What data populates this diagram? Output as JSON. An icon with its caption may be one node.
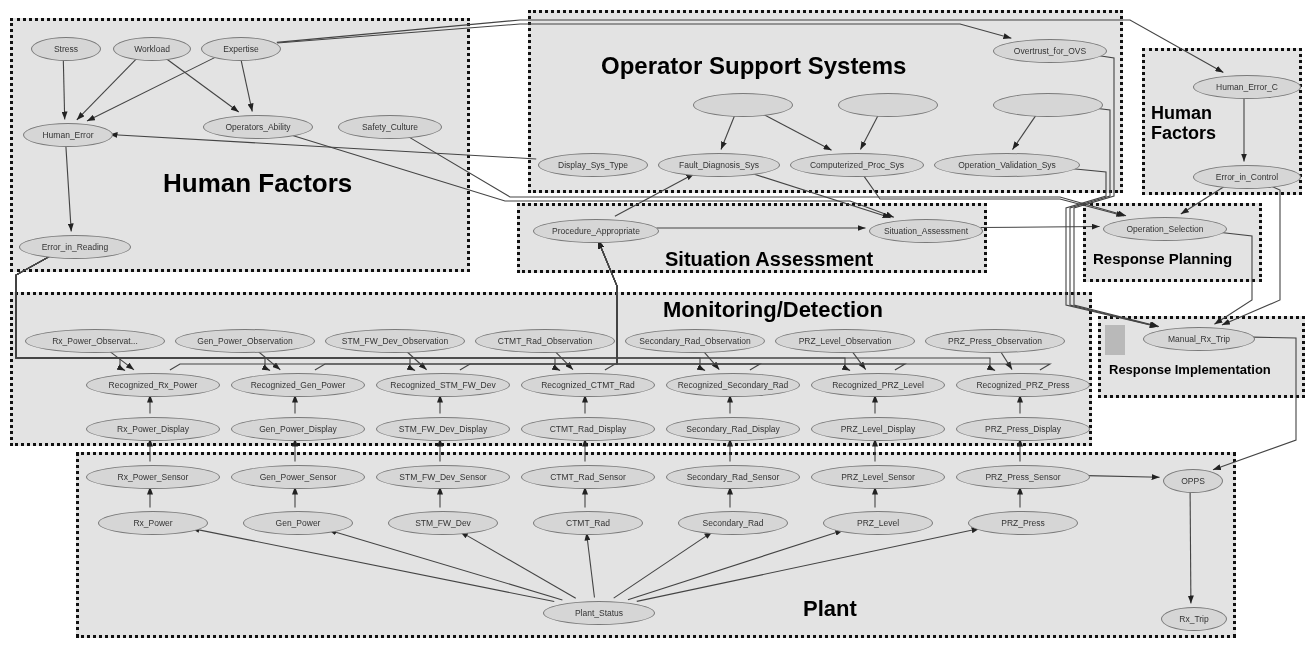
{
  "diagram": {
    "nodes": [
      {
        "text": [
          "Human Factors"
        ]
      },
      {
        "text": [
          "Stress"
        ],
        "in": 0
      },
      {
        "text": [
          "Workload"
        ],
        "in": 0
      },
      {
        "text": [
          "Expertise"
        ],
        "in": 0
      },
      {
        "text": [
          "Human_Error"
        ],
        "in": 0
      },
      {
        "text": [
          "Operators_Ability"
        ],
        "in": 0
      },
      {
        "text": [
          "Safety_Culture"
        ],
        "in": 0
      },
      {
        "text": [
          "Error_in_Reading"
        ],
        "in": 0
      },
      {
        "text": [
          "Operator Support Systems"
        ]
      },
      {
        "text": [
          "Overtrust_for_OVS"
        ],
        "in": 8
      },
      {
        "text": [],
        "shape": "ellipse",
        "in": 8
      },
      {
        "text": [],
        "shape": "ellipse",
        "in": 8
      },
      {
        "text": [],
        "shape": "ellipse",
        "in": 8
      },
      {
        "text": [
          "Display_Sys_Type"
        ],
        "in": 8
      },
      {
        "text": [
          "Fault_Diagnosis_Sys"
        ],
        "in": 8
      },
      {
        "text": [
          "Computerized_Proc_Sys"
        ],
        "in": 8
      },
      {
        "text": [
          "Operation_Validation_Sys"
        ],
        "in": 8
      },
      {
        "text": [
          "Human Factors"
        ]
      },
      {
        "text": [
          "Human_Error_C"
        ],
        "in": 17
      },
      {
        "text": [
          "Error_in_Control"
        ],
        "in": 17
      },
      {
        "text": [
          "Situation Assessment"
        ]
      },
      {
        "text": [
          "Procedure_Appropriate"
        ],
        "in": 20
      },
      {
        "text": [
          "Situation_Assessment"
        ],
        "in": 20
      },
      {
        "text": [
          "Response Planning"
        ]
      },
      {
        "text": [
          "Operation_Selection"
        ],
        "in": 23
      },
      {
        "text": [
          "Monitoring/Detection"
        ]
      },
      {
        "text": [
          "Rx_Power_Observat..."
        ],
        "in": 25
      },
      {
        "text": [
          "Gen_Power_Observation"
        ],
        "in": 25
      },
      {
        "text": [
          "STM_FW_Dev_Observation"
        ],
        "in": 25
      },
      {
        "text": [
          "CTMT_Rad_Observation"
        ],
        "in": 25
      },
      {
        "text": [
          "Secondary_Rad_Observation"
        ],
        "in": 25
      },
      {
        "text": [
          "PRZ_Level_Observation"
        ],
        "in": 25
      },
      {
        "text": [
          "PRZ_Press_Observation"
        ],
        "in": 25
      },
      {
        "text": [
          "Recognized_Rx_Power"
        ],
        "in": 25
      },
      {
        "text": [
          "Recognized_Gen_Power"
        ],
        "in": 25
      },
      {
        "text": [
          "Recognized_STM_FW_Dev"
        ],
        "in": 25
      },
      {
        "text": [
          "Recognized_CTMT_Rad"
        ],
        "in": 25
      },
      {
        "text": [
          "Recognized_Secondary_Rad"
        ],
        "in": 25
      },
      {
        "text": [
          "Recognized_PRZ_Level"
        ],
        "in": 25
      },
      {
        "text": [
          "Recognized_PRZ_Press"
        ],
        "in": 25
      },
      {
        "text": [
          "Rx_Power_Display"
        ],
        "in": 25
      },
      {
        "text": [
          "Gen_Power_Display"
        ],
        "in": 25
      },
      {
        "text": [
          "STM_FW_Dev_Display"
        ],
        "in": 25
      },
      {
        "text": [
          "CTMT_Rad_Display"
        ],
        "in": 25
      },
      {
        "text": [
          "Secondary_Rad_Display"
        ],
        "in": 25
      },
      {
        "text": [
          "PRZ_Level_Display"
        ],
        "in": 25
      },
      {
        "text": [
          "PRZ_Press_Display"
        ],
        "in": 25
      },
      {
        "text": [
          "Response Implementation"
        ]
      },
      {
        "text": [
          "Manual_Rx_Trip"
        ],
        "in": 47
      },
      {
        "text": [
          "Plant"
        ]
      },
      {
        "text": [
          "Rx_Power_Sensor"
        ],
        "in": 49
      },
      {
        "text": [
          "Gen_Power_Sensor"
        ],
        "in": 49
      },
      {
        "text": [
          "STM_FW_Dev_Sensor"
        ],
        "in": 49
      },
      {
        "text": [
          "CTMT_Rad_Sensor"
        ],
        "in": 49
      },
      {
        "text": [
          "Secondary_Rad_Sensor"
        ],
        "in": 49
      },
      {
        "text": [
          "PRZ_Level_Sensor"
        ],
        "in": 49
      },
      {
        "text": [
          "PRZ_Press_Sensor"
        ],
        "in": 49
      },
      {
        "text": [
          "OPPS"
        ],
        "in": 49
      },
      {
        "text": [
          "Rx_Power"
        ],
        "in": 49
      },
      {
        "text": [
          "Gen_Power"
        ],
        "in": 49
      },
      {
        "text": [
          "STM_FW_Dev"
        ],
        "in": 49
      },
      {
        "text": [
          "CTMT_Rad"
        ],
        "in": 49
      },
      {
        "text": [
          "Secondary_Rad"
        ],
        "in": 49
      },
      {
        "text": [
          "PRZ_Level"
        ],
        "in": 49
      },
      {
        "text": [
          "PRZ_Press"
        ],
        "in": 49
      },
      {
        "text": [
          "Plant_Status"
        ],
        "in": 49
      },
      {
        "text": [
          "Rx_Trip"
        ],
        "in": 49
      }
    ],
    "edges": [
      {
        "from": 1,
        "to": 4,
        "arrow": "to"
      },
      {
        "from": 2,
        "to": 4,
        "arrow": "to"
      },
      {
        "from": 3,
        "to": 4,
        "arrow": "to"
      },
      {
        "from": 2,
        "to": 5,
        "arrow": "to"
      },
      {
        "from": 3,
        "to": 5,
        "arrow": "to"
      },
      {
        "from": 4,
        "to": 7,
        "arrow": "to"
      },
      {
        "from": 3,
        "to": 9,
        "arrow": "to"
      },
      {
        "from": 3,
        "to": 18,
        "arrow": "to"
      },
      {
        "from": 13,
        "to": 4,
        "arrow": "to"
      },
      {
        "from": 5,
        "to": 22,
        "arrow": "to"
      },
      {
        "from": 6,
        "to": 24,
        "arrow": "to"
      },
      {
        "from": 10,
        "to": 14,
        "arrow": "to"
      },
      {
        "from": 10,
        "to": 15,
        "arrow": "to"
      },
      {
        "from": 11,
        "to": 15,
        "arrow": "to"
      },
      {
        "from": 12,
        "to": 16,
        "arrow": "to"
      },
      {
        "from": 15,
        "to": 24,
        "arrow": "to"
      },
      {
        "from": 21,
        "to": 14,
        "arrow": "to"
      },
      {
        "from": 14,
        "to": 22,
        "arrow": "to"
      },
      {
        "from": 21,
        "to": 22,
        "arrow": "to"
      },
      {
        "from": 22,
        "to": 24,
        "arrow": "to"
      },
      {
        "from": 18,
        "to": 19,
        "arrow": "to"
      },
      {
        "from": 19,
        "to": 24,
        "arrow": "to"
      },
      {
        "from": 9,
        "to": 48,
        "arrow": "to"
      },
      {
        "from": 12,
        "to": 48,
        "arrow": "to"
      },
      {
        "from": 16,
        "to": 48,
        "arrow": "to"
      },
      {
        "from": 24,
        "to": 48,
        "arrow": "to"
      },
      {
        "from": 19,
        "to": 48,
        "arrow": "to"
      },
      {
        "from": 48,
        "to": 57,
        "arrow": "to"
      },
      {
        "from": 7,
        "to": 33,
        "arrow": "to"
      },
      {
        "from": 7,
        "to": 34,
        "arrow": "to"
      },
      {
        "from": 7,
        "to": 35,
        "arrow": "to"
      },
      {
        "from": 7,
        "to": 36,
        "arrow": "to"
      },
      {
        "from": 7,
        "to": 37,
        "arrow": "to"
      },
      {
        "from": 7,
        "to": 38,
        "arrow": "to"
      },
      {
        "from": 7,
        "to": 39,
        "arrow": "to"
      },
      {
        "from": 26,
        "to": 33,
        "arrow": "to"
      },
      {
        "from": 27,
        "to": 34,
        "arrow": "to"
      },
      {
        "from": 28,
        "to": 35,
        "arrow": "to"
      },
      {
        "from": 29,
        "to": 36,
        "arrow": "to"
      },
      {
        "from": 30,
        "to": 37,
        "arrow": "to"
      },
      {
        "from": 31,
        "to": 38,
        "arrow": "to"
      },
      {
        "from": 32,
        "to": 39,
        "arrow": "to"
      },
      {
        "from": 33,
        "to": 21,
        "arrow": "to"
      },
      {
        "from": 34,
        "to": 21,
        "arrow": "to"
      },
      {
        "from": 35,
        "to": 21,
        "arrow": "to"
      },
      {
        "from": 36,
        "to": 21,
        "arrow": "to"
      },
      {
        "from": 37,
        "to": 21,
        "arrow": "to"
      },
      {
        "from": 38,
        "to": 21,
        "arrow": "to"
      },
      {
        "from": 39,
        "to": 21,
        "arrow": "to"
      },
      {
        "from": 40,
        "to": 33,
        "arrow": "to"
      },
      {
        "from": 41,
        "to": 34,
        "arrow": "to"
      },
      {
        "from": 42,
        "to": 35,
        "arrow": "to"
      },
      {
        "from": 43,
        "to": 36,
        "arrow": "to"
      },
      {
        "from": 44,
        "to": 37,
        "arrow": "to"
      },
      {
        "from": 45,
        "to": 38,
        "arrow": "to"
      },
      {
        "from": 46,
        "to": 39,
        "arrow": "to"
      },
      {
        "from": 50,
        "to": 40,
        "arrow": "to"
      },
      {
        "from": 51,
        "to": 41,
        "arrow": "to"
      },
      {
        "from": 52,
        "to": 42,
        "arrow": "to"
      },
      {
        "from": 53,
        "to": 43,
        "arrow": "to"
      },
      {
        "from": 54,
        "to": 44,
        "arrow": "to"
      },
      {
        "from": 55,
        "to": 45,
        "arrow": "to"
      },
      {
        "from": 56,
        "to": 46,
        "arrow": "to"
      },
      {
        "from": 58,
        "to": 50,
        "arrow": "to"
      },
      {
        "from": 59,
        "to": 51,
        "arrow": "to"
      },
      {
        "from": 60,
        "to": 52,
        "arrow": "to"
      },
      {
        "from": 61,
        "to": 53,
        "arrow": "to"
      },
      {
        "from": 62,
        "to": 54,
        "arrow": "to"
      },
      {
        "from": 63,
        "to": 55,
        "arrow": "to"
      },
      {
        "from": 64,
        "to": 56,
        "arrow": "to"
      },
      {
        "from": 65,
        "to": 58,
        "arrow": "to"
      },
      {
        "from": 65,
        "to": 59,
        "arrow": "to"
      },
      {
        "from": 65,
        "to": 60,
        "arrow": "to"
      },
      {
        "from": 65,
        "to": 61,
        "arrow": "to"
      },
      {
        "from": 65,
        "to": 62,
        "arrow": "to"
      },
      {
        "from": 65,
        "to": 63,
        "arrow": "to"
      },
      {
        "from": 65,
        "to": 64,
        "arrow": "to"
      },
      {
        "from": 56,
        "to": 57,
        "arrow": "to"
      },
      {
        "from": 57,
        "to": 66,
        "arrow": "to"
      }
    ]
  }
}
